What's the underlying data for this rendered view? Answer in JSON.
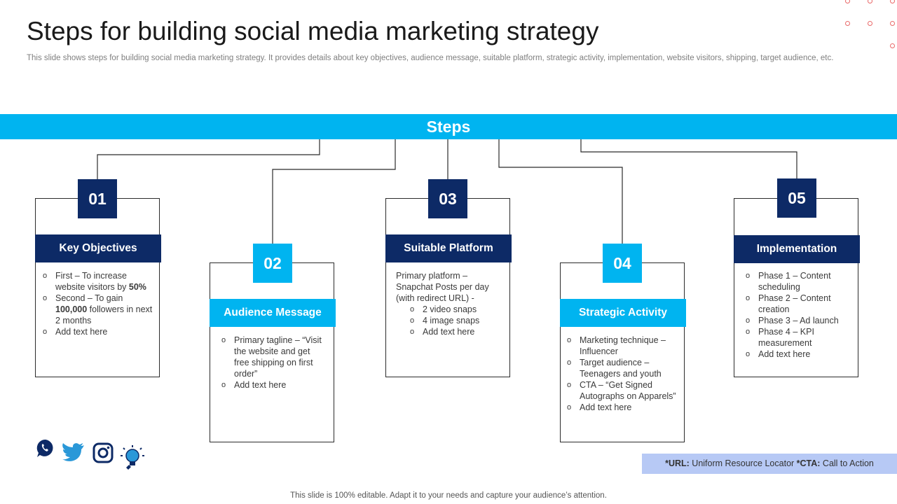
{
  "title": "Steps for building social media marketing strategy",
  "subtitle": "This slide shows steps for building social media marketing strategy. It provides details about key objectives, audience message, suitable platform, strategic activity, implementation, website visitors, shipping, target audience, etc.",
  "steps_bar": "Steps",
  "cards": [
    {
      "number": "01",
      "heading": "Key Objectives",
      "items": [
        {
          "pre": "First – To increase website visitors by ",
          "bold": "50%",
          "post": ""
        },
        {
          "pre": "Second – To gain ",
          "bold": "100,000",
          "post": " followers in next 2 months"
        },
        {
          "pre": "Add text here",
          "bold": "",
          "post": ""
        }
      ]
    },
    {
      "number": "02",
      "heading": "Audience Message",
      "items": [
        "Primary tagline – “Visit the website and get free shipping on first order”",
        "Add text here"
      ]
    },
    {
      "number": "03",
      "heading": "Suitable Platform",
      "intro": "Primary platform – Snapchat Posts per day (with redirect URL) -",
      "items": [
        "2 video snaps",
        "4 image snaps",
        "Add text here"
      ]
    },
    {
      "number": "04",
      "heading": "Strategic Activity",
      "items": [
        "Marketing technique – Influencer",
        "Target audience – Teenagers and youth",
        "CTA – “Get Signed Autographs on Apparels”",
        "Add text here"
      ]
    },
    {
      "number": "05",
      "heading": "Implementation",
      "items": [
        "Phase 1 – Content scheduling",
        "Phase 2 – Content creation",
        "Phase 3 – Ad launch",
        "Phase 4 – KPI measurement",
        "Add text here"
      ]
    }
  ],
  "footnote": {
    "url_abbr": "*URL:",
    "url_text": " Uniform Resource Locator ",
    "cta_abbr": "*CTA:",
    "cta_text": " Call to Action"
  },
  "footer": "This slide is 100% editable. Adapt it to your needs and capture your audience’s attention.",
  "icons": [
    "whatsapp-icon",
    "twitter-icon",
    "instagram-icon",
    "idea-bulb-icon"
  ],
  "colors": {
    "dark_navy": "#0d2a66",
    "bright_blue": "#00b4f0",
    "footnote_bg": "#b7c9f5",
    "accent_dots": "#e96a6a"
  }
}
